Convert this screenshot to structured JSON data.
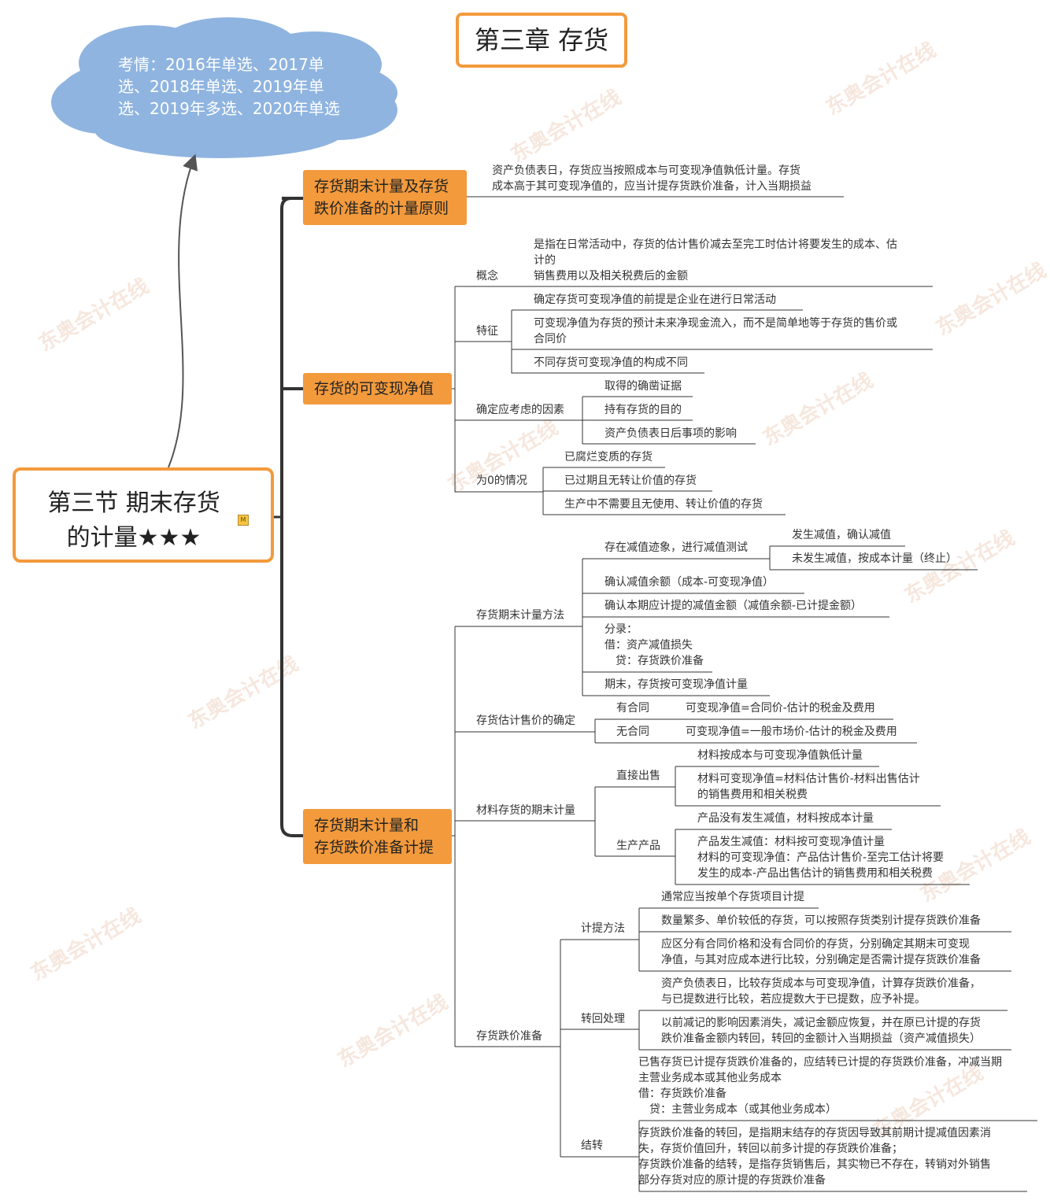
{
  "chapter_title": "第三章 存货",
  "section_title_line1": "第三节 期末存货",
  "section_title_line2": "的计量★★★",
  "section_marker": "M",
  "cloud": {
    "line1": "考情：2016年单选、2017单",
    "line2": "选、2018年单选、2019年单",
    "line3": "选、2019年多选、2020年单选"
  },
  "watermark": "东奥会计在线",
  "branch1": {
    "label_line1": "存货期末计量及存货",
    "label_line2": "跌价准备的计量原则",
    "text_line1": "资产负债表日，存货应当按照成本与可变现净值孰低计量。存货",
    "text_line2": "成本高于其可变现净值的，应当计提存货跌价准备，计入当期损益"
  },
  "branch2": {
    "label": "存货的可变现净值",
    "concept": {
      "label": "概念",
      "line1": "是指在日常活动中，存货的估计售价减去至完工时估计将要发生的成本、估",
      "line2": "计的",
      "line3": "销售费用以及相关税费后的金额"
    },
    "feature": {
      "label": "特征",
      "item1": "确定存货可变现净值的前提是企业在进行日常活动",
      "item2_line1": "可变现净值为存货的预计未来净现金流入，而不是简单地等于存货的售价或",
      "item2_line2": "合同价",
      "item3": "不同存货可变现净值的构成不同"
    },
    "factors": {
      "label": "确定应考虑的因素",
      "item1": "取得的确凿证据",
      "item2": "持有存货的目的",
      "item3": "资产负债表日后事项的影响"
    },
    "zero": {
      "label": "为0的情况",
      "item1": "已腐烂变质的存货",
      "item2": "已过期且无转让价值的存货",
      "item3": "生产中不需要且无使用、转让价值的存货"
    }
  },
  "branch3": {
    "label_line1": "存货期末计量和",
    "label_line2": "存货跌价准备计提",
    "method": {
      "label": "存货期末计量方法",
      "test": "存在减值迹象，进行减值测试",
      "test_yes": "发生减值，确认减值",
      "test_no": "未发生减值，按成本计量（终止）",
      "balance": "确认减值余额（成本-可变现净值）",
      "current": "确认本期应计提的减值金额（减值余额-已计提金额）",
      "entry_line1": "分录：",
      "entry_line2": "借：资产减值损失",
      "entry_line3": "　贷：存货跌价准备",
      "end": "期末，存货按可变现净值计量"
    },
    "price": {
      "label": "存货估计售价的确定",
      "contract": "有合同",
      "contract_formula": "可变现净值=合同价-估计的税金及费用",
      "no_contract": "无合同",
      "no_contract_formula": "可变现净值=一般市场价-估计的税金及费用"
    },
    "material": {
      "label": "材料存货的期末计量",
      "direct": "直接出售",
      "direct_item1": "材料按成本与可变现净值孰低计量",
      "direct_item2_line1": "材料可变现净值=材料估计售价-材料出售估计",
      "direct_item2_line2": "的销售费用和相关税费",
      "produce": "生产产品",
      "produce_item1": "产品没有发生减值，材料按成本计量",
      "produce_item2_line1": "产品发生减值：材料按可变现净值计量",
      "produce_item2_line2": "材料的可变现净值：产品估计售价-至完工估计将要",
      "produce_item2_line3": "发生的成本-产品出售估计的销售费用和相关税费"
    },
    "provision": {
      "label": "存货跌价准备",
      "calc": {
        "label": "计提方法",
        "item1": "通常应当按单个存货项目计提",
        "item2": "数量繁多、单价较低的存货，可以按照存货类别计提存货跌价准备",
        "item3_line1": "应区分有合同价格和没有合同价的存货，分别确定其期末可变现",
        "item3_line2": "净值，与其对应成本进行比较，分别确定是否需计提存货跌价准备"
      },
      "reversal": {
        "label": "转回处理",
        "item1_line1": "资产负债表日，比较存货成本与可变现净值，计算存货跌价准备，",
        "item1_line2": "与已提数进行比较，若应提数大于已提数，应予补提。",
        "item2_line1": "以前减记的影响因素消失，减记金额应恢复，并在原已计提的存货",
        "item2_line2": "跌价准备金额内转回，转回的金额计入当期损益（资产减值损失）"
      },
      "carry": {
        "label": "结转",
        "item1_line1": "已售存货已计提存货跌价准备的，应结转已计提的存货跌价准备，冲减当期",
        "item1_line2": "主营业务成本或其他业务成本",
        "item1_line3": "借：存货跌价准备",
        "item1_line4": "　贷：主营业务成本（或其他业务成本）",
        "item2_line1": "存货跌价准备的转回，是指期末结存的存货因导致其前期计提减值因素消",
        "item2_line2": "失，存货价值回升，转回以前多计提的存货跌价准备；",
        "item2_line3": "存货跌价准备的结转，是指存货销售后，其实物已不存在，转销对外销售",
        "item2_line4": "部分存货对应的原计提的存货跌价准备"
      }
    }
  }
}
